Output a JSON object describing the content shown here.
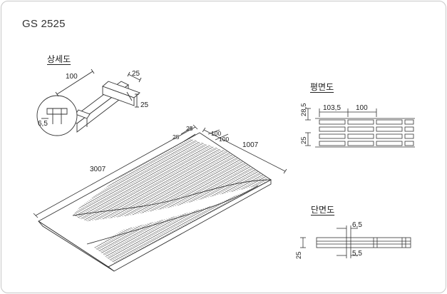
{
  "title": "GS 2525",
  "views": {
    "detail": {
      "label": "상세도"
    },
    "plan": {
      "label": "평면도"
    },
    "section": {
      "label": "단면도"
    }
  },
  "dimensions": {
    "detail_width": "100",
    "detail_bar_top": "25",
    "detail_bar_side": "25",
    "detail_thickness": "6,5",
    "panel_length": "3007",
    "panel_width": "1007",
    "panel_pitch_a": "25",
    "panel_pitch_b": "25",
    "panel_mesh_a": "100",
    "panel_mesh_b": "100",
    "plan_height": "28,5",
    "plan_pitch_1": "103,5",
    "plan_pitch_2": "100",
    "plan_bar": "25",
    "section_top_gap": "6,5",
    "section_height": "25",
    "section_bottom_gap": "5,5"
  },
  "colors": {
    "line": "#333333",
    "grid": "#555555",
    "panel_fill": "#f3efe7",
    "frame": "#c8c8c8"
  }
}
